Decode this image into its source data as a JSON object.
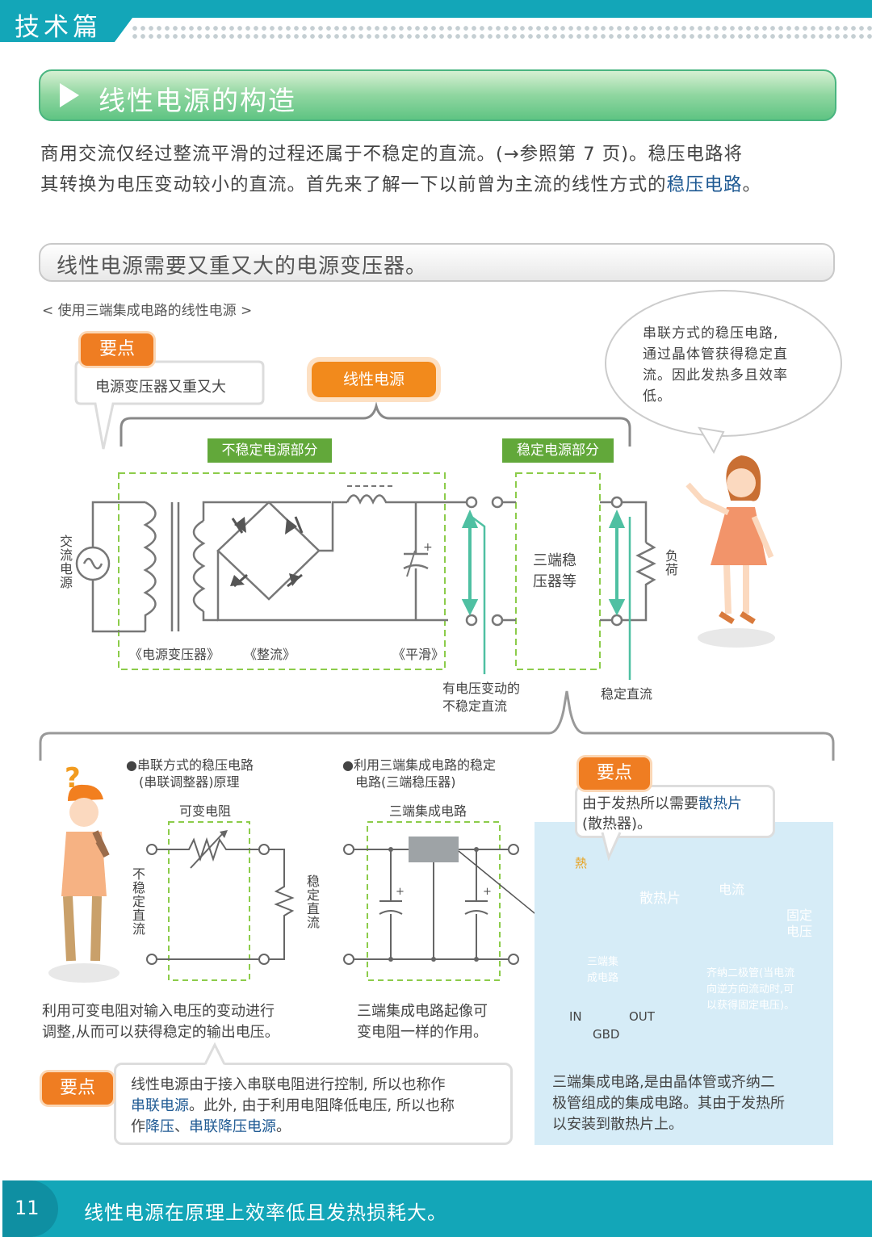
{
  "header": {
    "tab_title": "技术篇"
  },
  "section1": {
    "title": "线性电源的构造"
  },
  "intro": {
    "line1": "商用交流仅经过整流平滑的过程还属于不稳定的直流。(→参照第 7 页)。稳压电路将",
    "line2_a": "其转换为电压变动较小的直流。首先来了解一下以前曾为主流的线性方式的",
    "line2_hl": "稳压电路",
    "line2_b": "。"
  },
  "section2": {
    "title": "线性电源需要又重又大的电源变压器。"
  },
  "diagram1": {
    "caption": "< 使用三端集成电路的线性电源 >",
    "point_badge": "要点",
    "point_text": "电源变压器又重又大",
    "linear_label": "线性电源",
    "unstable_label": "不稳定电源部分",
    "stable_label": "稳定电源部分",
    "ac_source": "交流电源",
    "transformer_label": "《电源变压器》",
    "rectify_label": "《整流》",
    "smooth_label": "《平滑》",
    "regulator_line1": "三端稳",
    "regulator_line2": "压器等",
    "load": "负荷",
    "unstable_dc_1": "有电压变动的",
    "unstable_dc_2": "不稳定直流",
    "stable_dc": "稳定直流",
    "bubble_1": "串联方式的稳压电路,",
    "bubble_2": "通过晶体管获得稳定直",
    "bubble_3": "流。因此发热多且效率",
    "bubble_4": "低。",
    "plus_sign": "+"
  },
  "diagram2": {
    "series_title_1": "●串联方式的稳压电路",
    "series_title_2": "(串联调整器)原理",
    "variable_resistor": "可变电阻",
    "unstable_dc_v": "不稳定直流",
    "stable_dc_v": "稳定直流",
    "series_desc_1": "利用可变电阻对输入电压的变动进行",
    "series_desc_2": "调整,从而可以获得稳定的输出电压。",
    "ic_title_1": "●利用三端集成电路的稳定",
    "ic_title_2": "电路(三端稳压器)",
    "ic_label": "三端集成电路",
    "ic_desc_1": "三端集成电路起像可",
    "ic_desc_2": "变电阻一样的作用。"
  },
  "heatsink": {
    "point_badge": "要点",
    "point_text_a": "由于发热所以需要",
    "point_text_hl": "散热片",
    "point_text_b": "(散热器)。",
    "heat": "熱",
    "heatsink_label": "散热片",
    "ic_1": "三端集",
    "ic_2": "成电路",
    "pin_in": "IN",
    "pin_out": "OUT",
    "pin_gbd": "GBD",
    "zener_current": "电流",
    "zener_fixed_1": "固定",
    "zener_fixed_2": "电压",
    "zener_note_1": "齐纳二极管(当电流",
    "zener_note_2": "向逆方向流动时,可",
    "zener_note_3": "以获得固定电压)。",
    "desc_1": "三端集成电路,是由晶体管或齐纳二",
    "desc_2": "极管组成的集成电路。其由于发热所",
    "desc_3": "以安装到散热片上。"
  },
  "point_bottom": {
    "badge": "要点",
    "l1": "线性电源由于接入串联电阻进行控制, 所以也称作",
    "l2_hl": "串联电源",
    "l2_b": "。此外, 由于利用电阻降低电压, 所以也称",
    "l3_a": "作",
    "l3_hl1": "降压",
    "l3_mid": "、",
    "l3_hl2": "串联降压电源",
    "l3_b": "。"
  },
  "footer": {
    "page": "11",
    "text": "线性电源在原理上效率低且发热损耗大。"
  },
  "colors": {
    "teal": "#13a6b8",
    "orange": "#ef7d22",
    "green": "#62a83a",
    "highlight": "#1f5a93"
  }
}
